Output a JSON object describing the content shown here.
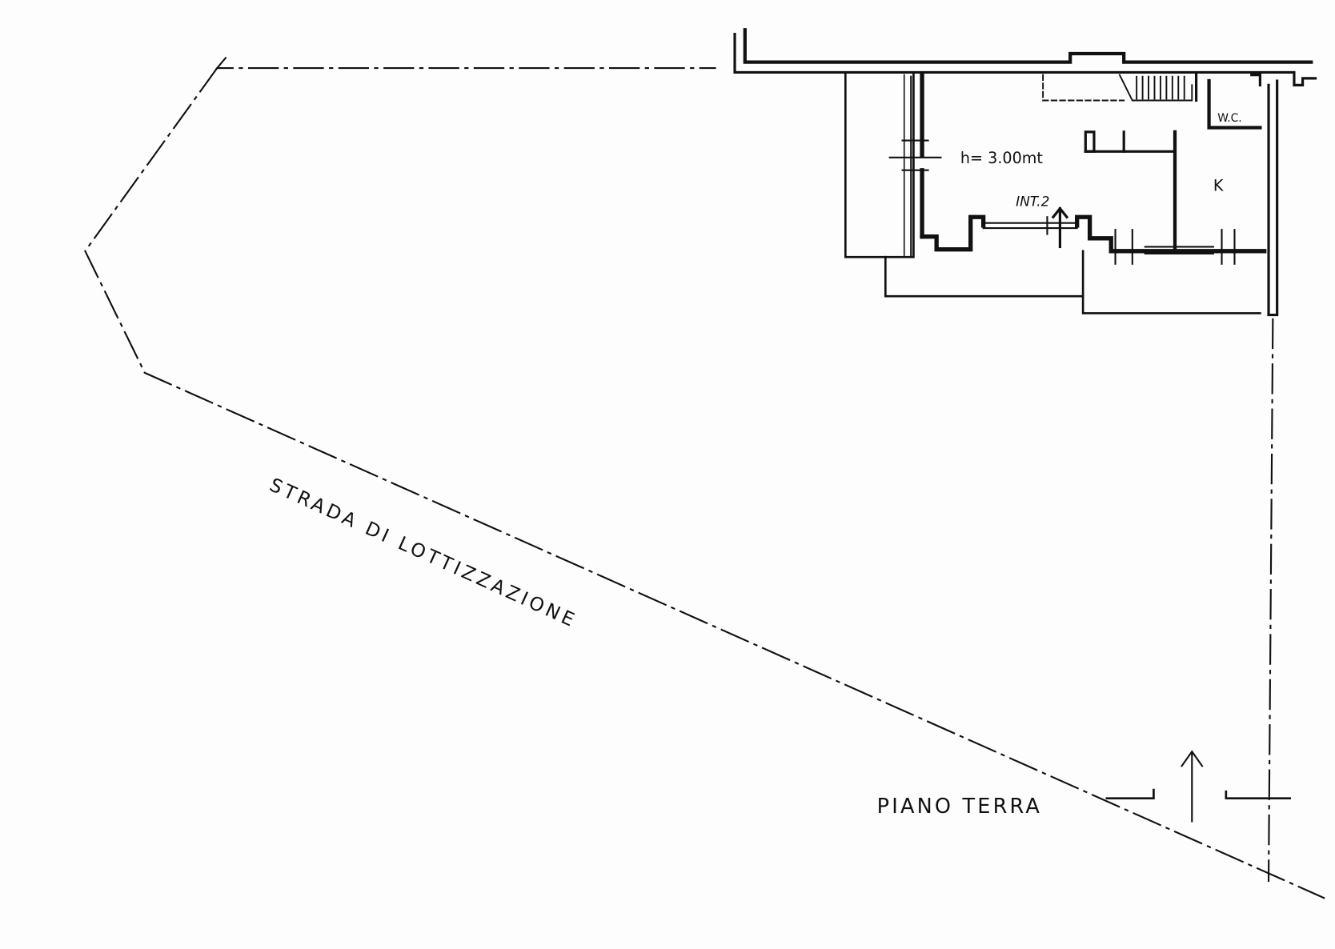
{
  "plan": {
    "title": "PIANO TERRA",
    "road_label": "STRADA DI LOTTIZZAZIONE",
    "unit_label": "INT.2",
    "height_label": "h= 3.00mt",
    "wc_label": "W.C.",
    "kitchen_label": "K"
  },
  "colors": {
    "ink": "#111111",
    "paper": "#fdfdfd"
  }
}
